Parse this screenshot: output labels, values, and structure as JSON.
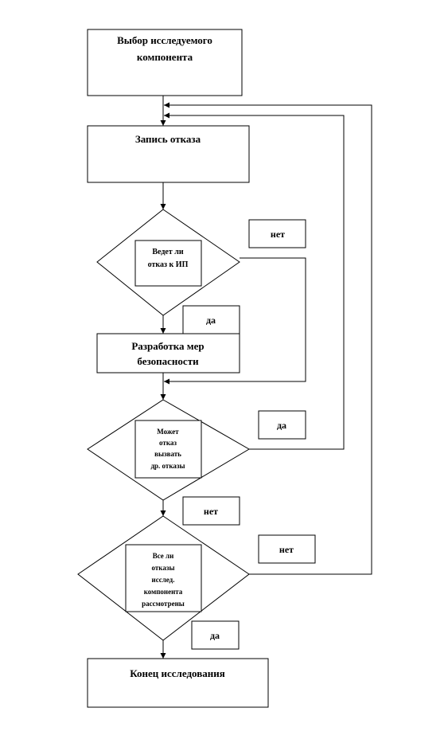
{
  "nodes": {
    "start": {
      "line1": "Выбор исследуемого",
      "line2": "компонента"
    },
    "record": {
      "line1": "Запись отказа"
    },
    "decision1": {
      "line1": "Ведет ли",
      "line2": "отказ к ИП"
    },
    "safety": {
      "line1": "Разработка мер",
      "line2": "безопасности"
    },
    "decision2": {
      "line1": "Может",
      "line2": "отказ",
      "line3": "вызвать",
      "line4": "др. отказы"
    },
    "decision3": {
      "line1": "Все ли",
      "line2": "отказы",
      "line3": "исслед.",
      "line4": "компонента",
      "line5": "рассмотрены"
    },
    "end": {
      "line1": "Конец исследования"
    }
  },
  "labels": {
    "d1_no": "нет",
    "d1_yes": "да",
    "d2_yes": "да",
    "d2_no": "нет",
    "d3_no": "нет",
    "d3_yes": "да"
  },
  "colors": {
    "stroke": "#000000",
    "fill": "#ffffff"
  }
}
